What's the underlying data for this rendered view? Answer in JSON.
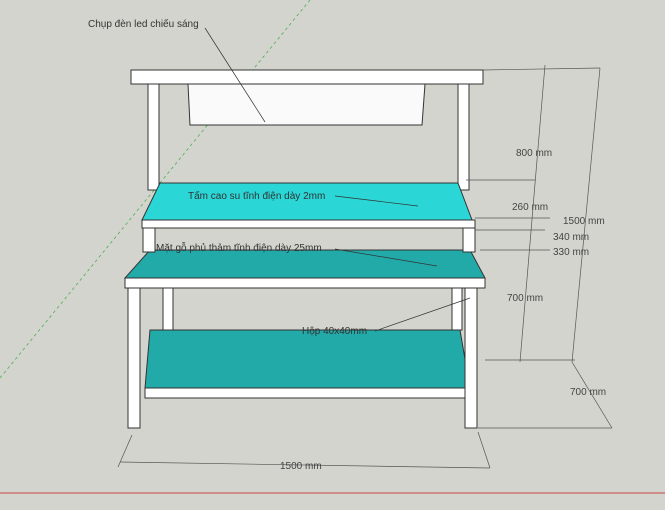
{
  "annotations": {
    "led_cover": "Chụp đèn led chiếu sáng",
    "rubber_mat": "Tấm cao su tĩnh điện dày 2mm",
    "wood_top": "Mặt gỗ phủ thảm tĩnh điện dày 25mm",
    "tube": "Hộp 40x40mm"
  },
  "dimensions": {
    "upper_height": "800 mm",
    "shelf_gap": "260 mm",
    "depth_upper_a": "340 mm",
    "depth_upper_b": "330 mm",
    "total_height": "1500 mm",
    "table_height": "700 mm",
    "depth": "700 mm",
    "width": "1500 mm"
  },
  "colors": {
    "background": "#d4d4ce",
    "shelf": "#2ad6d6",
    "top": "#22aaa8",
    "frame": "#ffffff"
  }
}
